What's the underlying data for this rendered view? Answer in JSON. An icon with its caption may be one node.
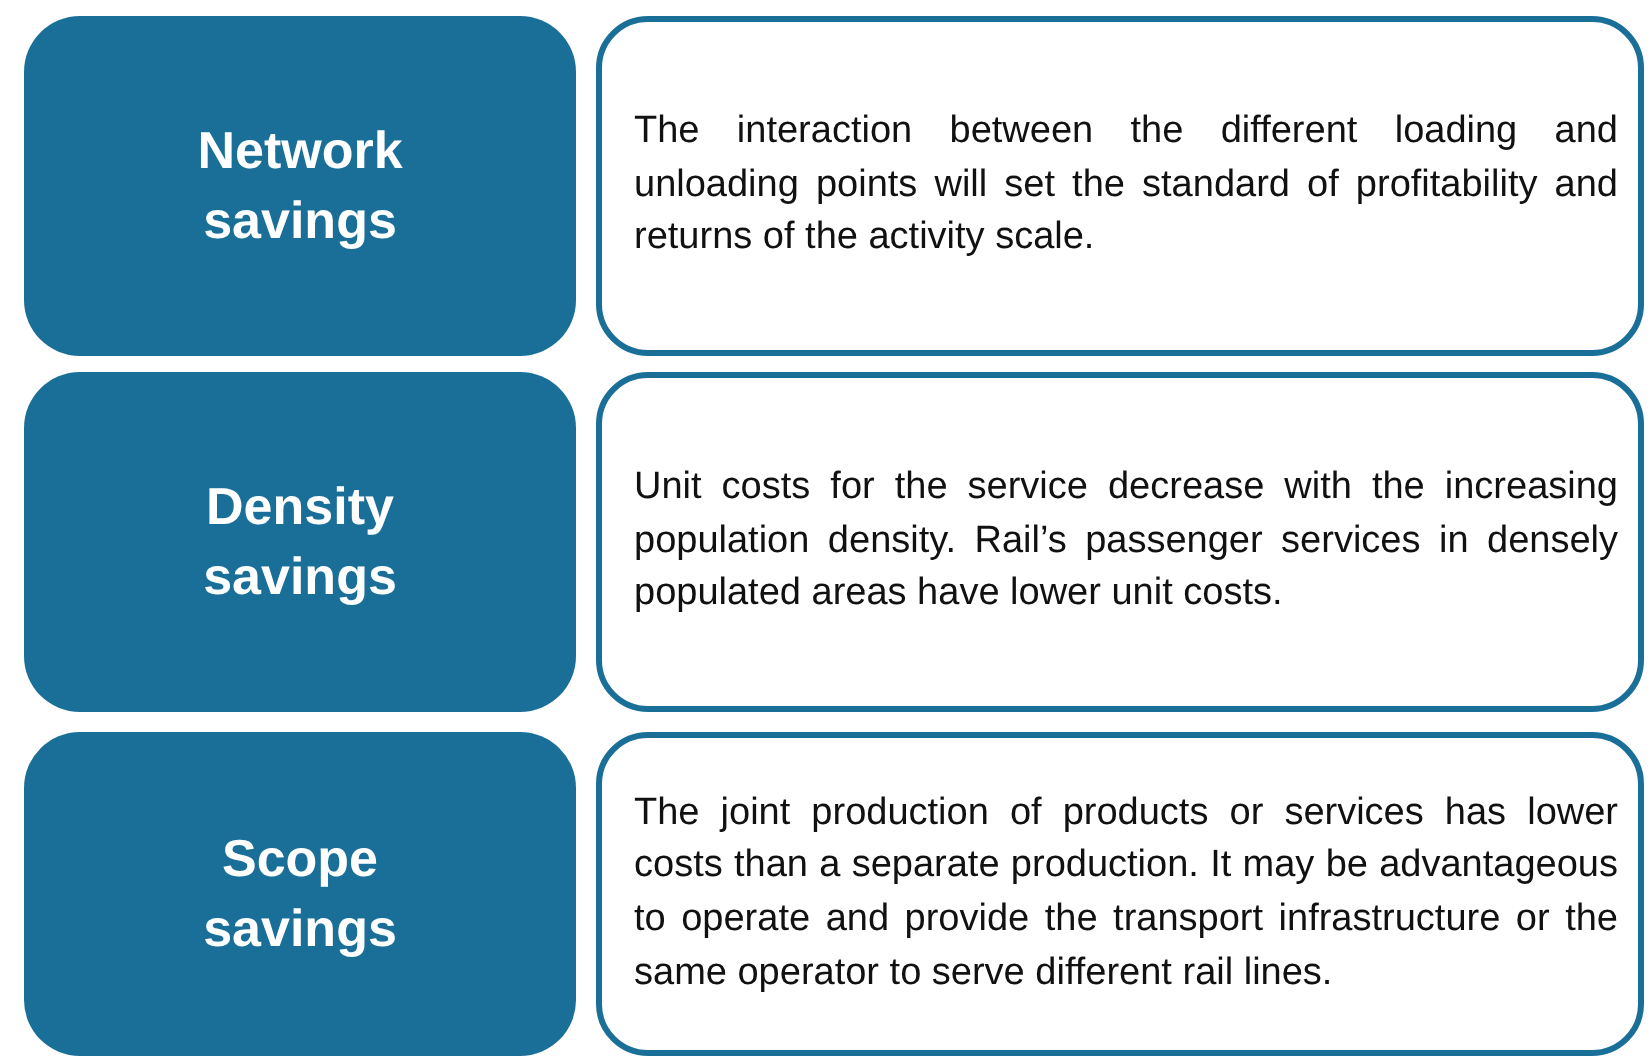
{
  "diagram": {
    "nodes": [
      {
        "text": [
          "Network savings"
        ]
      },
      {
        "text": [
          "The interaction between the different loading and unloading points will set the standard of profitability and returns of the activity scale."
        ]
      },
      {
        "text": [
          "Density savings"
        ]
      },
      {
        "text": [
          "Unit costs for the service decrease with the increasing population density. Rail’s passenger services in densely populated areas have lower unit costs."
        ]
      },
      {
        "text": [
          "Scope savings"
        ]
      },
      {
        "text": [
          "The joint production of products or services has lower costs than a separate production. It may be advantageous to operate and provide the transport infrastructure or the same operator to serve different rail lines."
        ]
      }
    ]
  }
}
